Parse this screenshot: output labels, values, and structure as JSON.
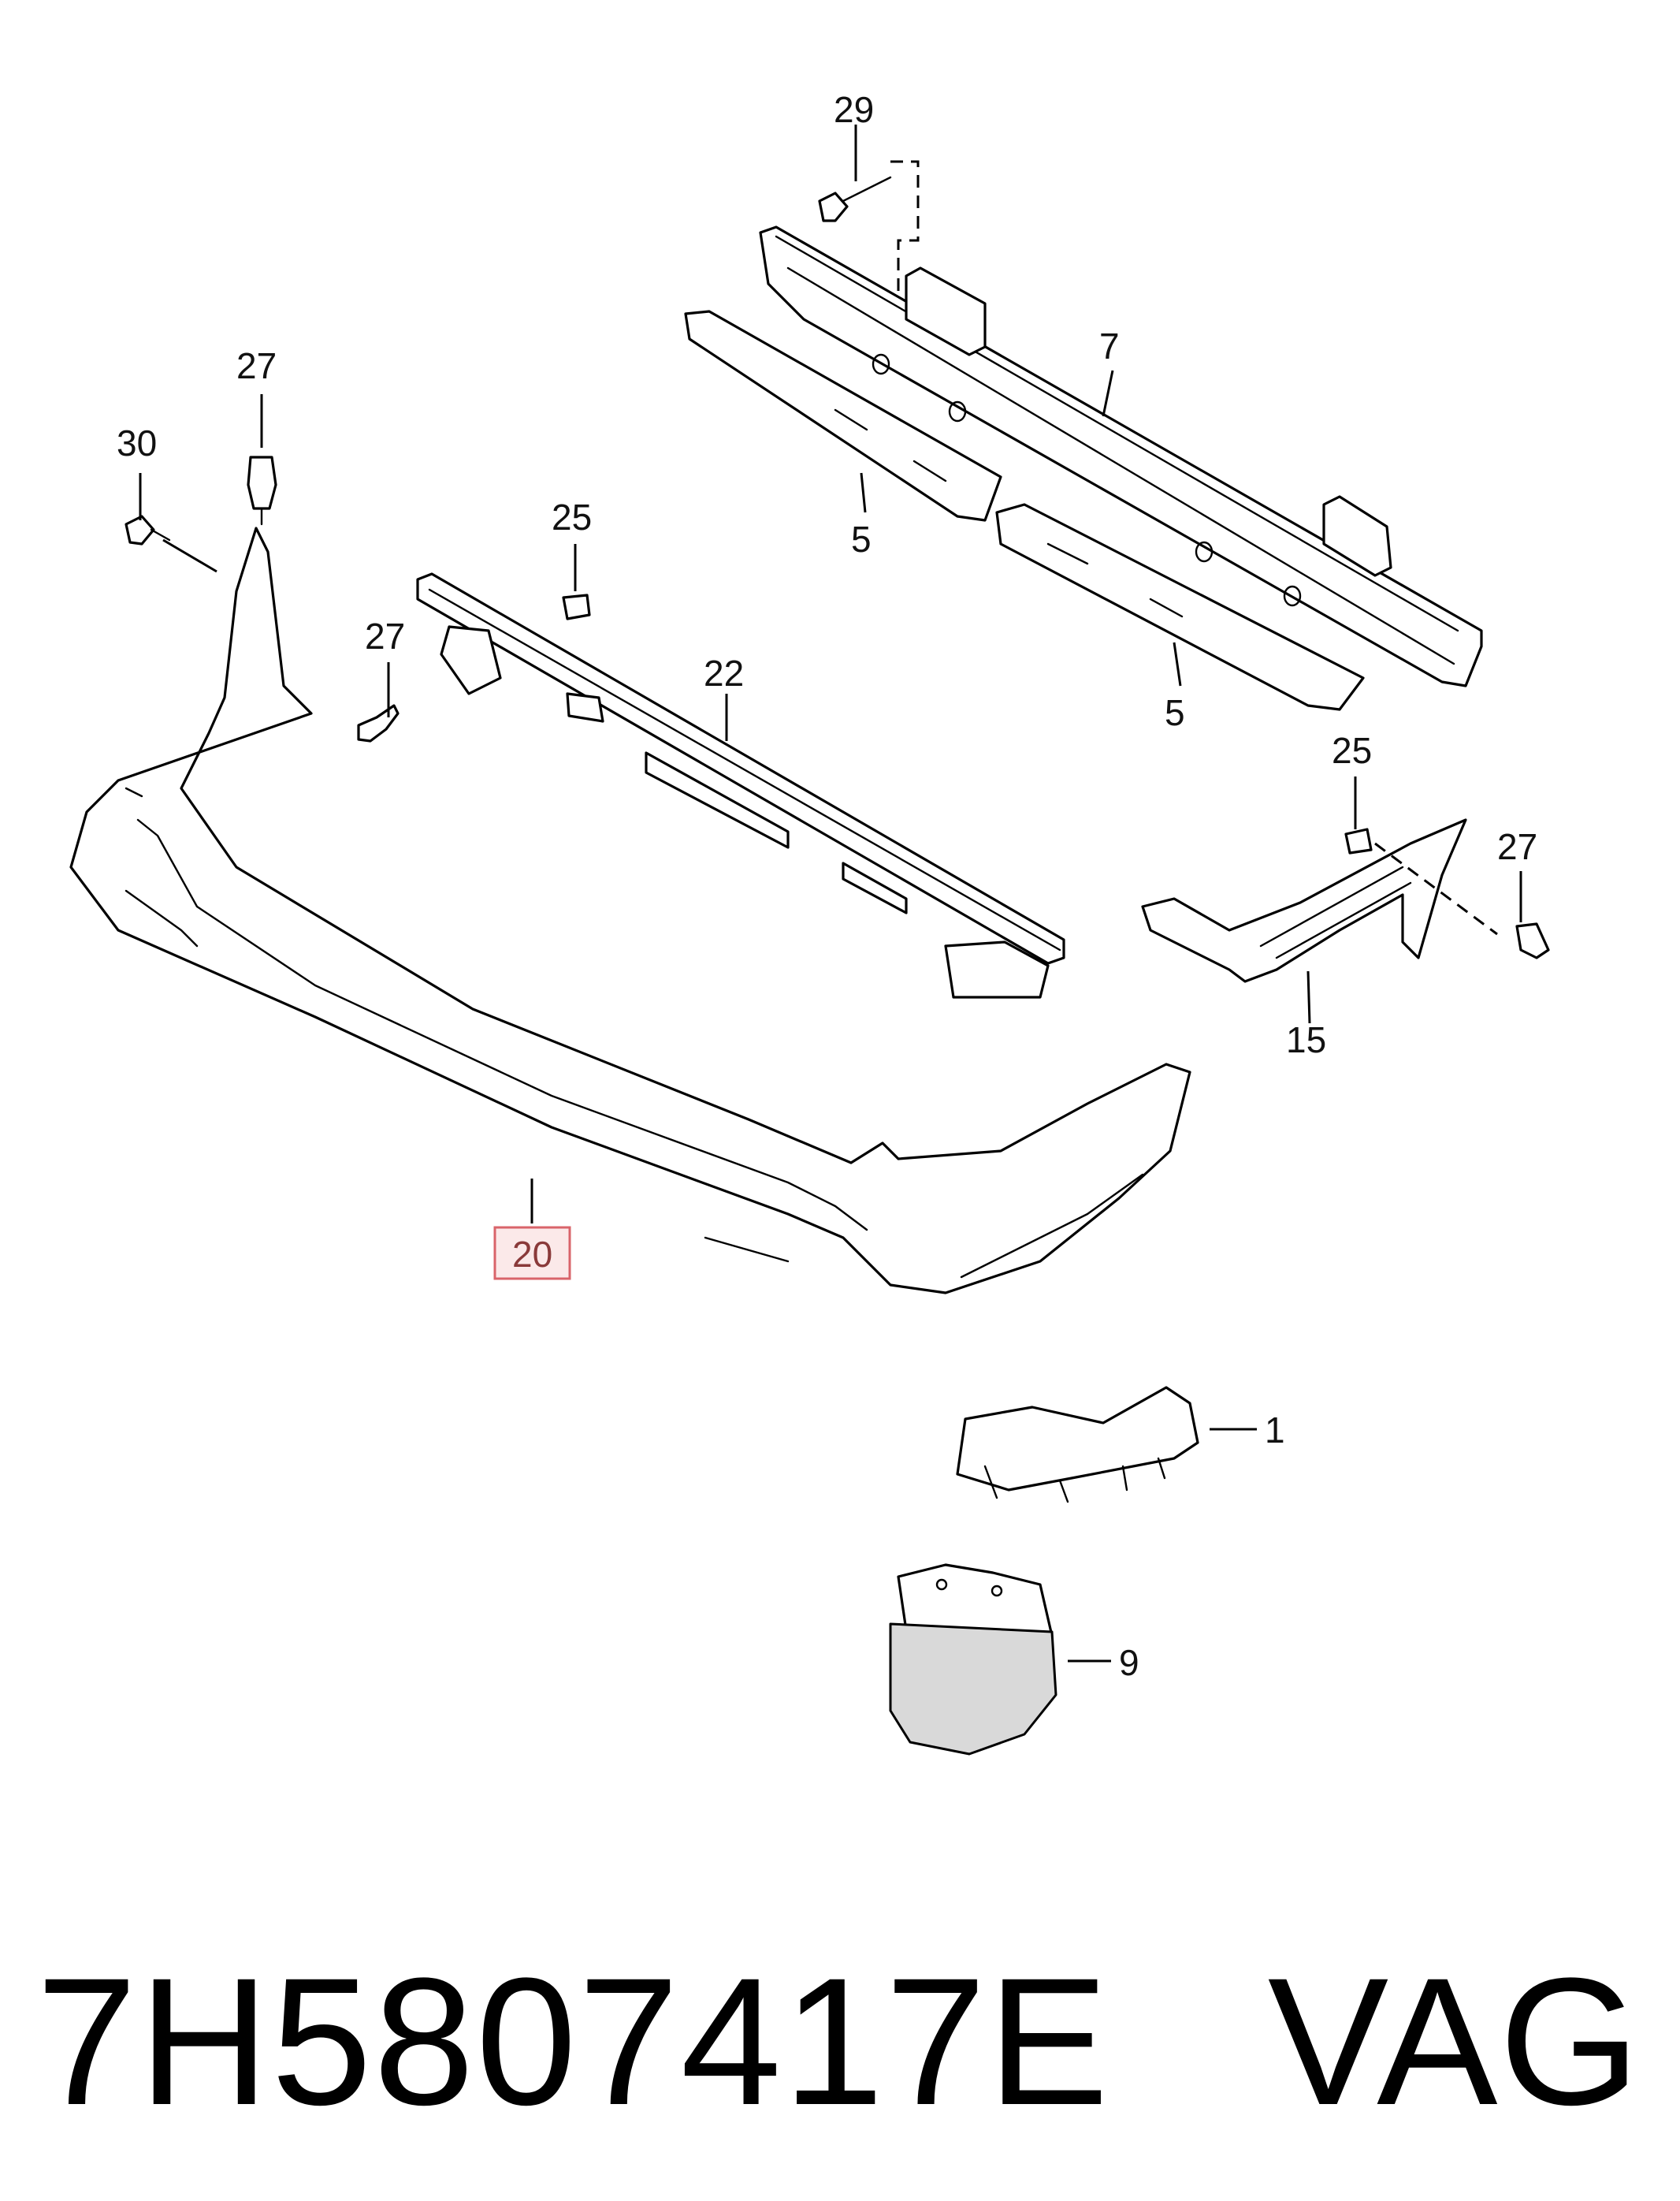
{
  "diagram": {
    "callouts": {
      "c29": "29",
      "c7": "7",
      "c5a": "5",
      "c5b": "5",
      "c27a": "27",
      "c30": "30",
      "c25a": "25",
      "c27b": "27",
      "c22": "22",
      "c25b": "25",
      "c27c": "27",
      "c15": "15",
      "c20": "20",
      "c1": "1",
      "c9": "9"
    },
    "highlighted_callout": "20",
    "highlight_color": "#d9646a"
  },
  "footer": {
    "part_number": "7H5807417E",
    "brand": "VAG"
  }
}
